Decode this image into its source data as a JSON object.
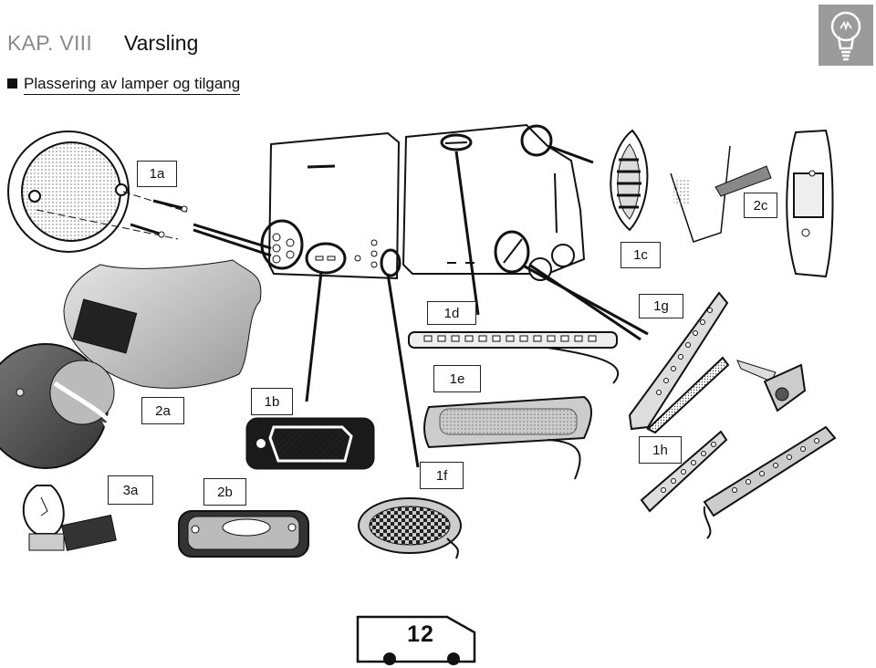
{
  "header": {
    "chapter": "KAP. VIII",
    "title": "Varsling",
    "subtitle": "Plassering av lamper og tilgang"
  },
  "icon": "lightbulb-icon",
  "labels": {
    "l1a": "1a",
    "l1b": "1b",
    "l1c": "1c",
    "l1d": "1d",
    "l1e": "1e",
    "l1f": "1f",
    "l1g": "1g",
    "l1h": "1h",
    "l2a": "2a",
    "l2b": "2b",
    "l2c": "2c",
    "l3a": "3a"
  },
  "page_number": "12",
  "colors": {
    "line": "#111111",
    "gray": "#9b9b9b",
    "dark": "#2a2a2a"
  }
}
